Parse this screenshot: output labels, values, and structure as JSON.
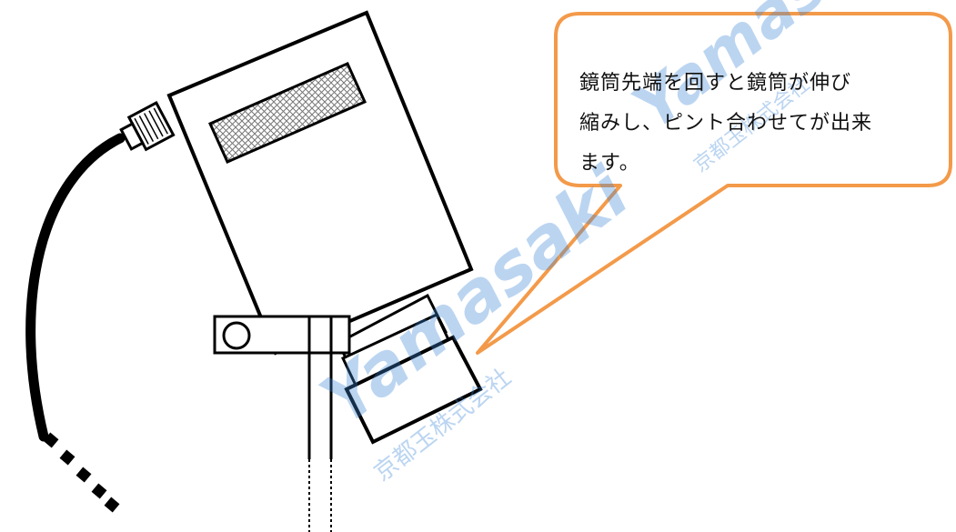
{
  "callout": {
    "lines": [
      "鏡筒先端を回すと鏡筒が伸び",
      "縮みし、ピント合わせてが出来",
      "ます。"
    ]
  },
  "watermark": {
    "brand": "Yamasaki",
    "company": "京都玉株式会社"
  },
  "colors": {
    "outline": "#000000",
    "callout_border": "#f39a4a",
    "watermark": "#3e86d6",
    "mesh": "#777777"
  },
  "icons": [
    "cable-icon",
    "camera-body-icon",
    "lens-barrel-icon",
    "stand-pole-icon",
    "clamp-icon"
  ]
}
